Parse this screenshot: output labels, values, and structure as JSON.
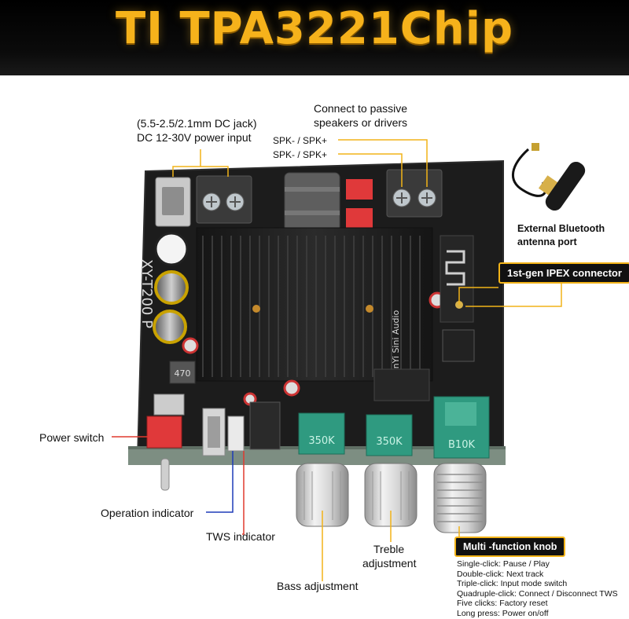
{
  "banner": {
    "title": "TI TPA3221Chip",
    "colors": {
      "title": "#f6b21b",
      "background": "#000000"
    }
  },
  "board": {
    "model_text": "XY-T200 P",
    "brand_text": "XinYi Sini Audio",
    "inductor_text": "470",
    "pot_bass": "350K",
    "pot_treble": "350K",
    "pot_multi": "B10K"
  },
  "labels": {
    "dc_jack_line1": "(5.5-2.5/2.1mm DC jack)",
    "dc_jack_line2": "DC 12-30V power input",
    "speakers_line1": "Connect to passive",
    "speakers_line2": "speakers or drivers",
    "spk_top": "SPK- / SPK+",
    "spk_bottom": "SPK- / SPK+",
    "antenna_line1": "External Bluetooth",
    "antenna_line2": "antenna port",
    "ipex": "1st-gen IPEX connector",
    "power_switch": "Power switch",
    "operation_indicator": "Operation indicator",
    "tws_indicator": "TWS indicator",
    "treble_line1": "Treble",
    "treble_line2": "adjustment",
    "bass": "Bass adjustment",
    "multi_knob": "Multi -function knob"
  },
  "knob_functions": [
    "Single-click: Pause / Play",
    "Double-click: Next track",
    "Triple-click: Input mode switch",
    "Quadruple-click: Connect / Disconnect TWS",
    "Five clicks: Factory reset",
    "Long press: Power on/off"
  ],
  "colors": {
    "callout_line": "#f2b318",
    "accent_red": "#e03a2f",
    "accent_blue": "#1f3bb8",
    "pcb": "#1c1c1c",
    "heatsink": "#222222"
  }
}
